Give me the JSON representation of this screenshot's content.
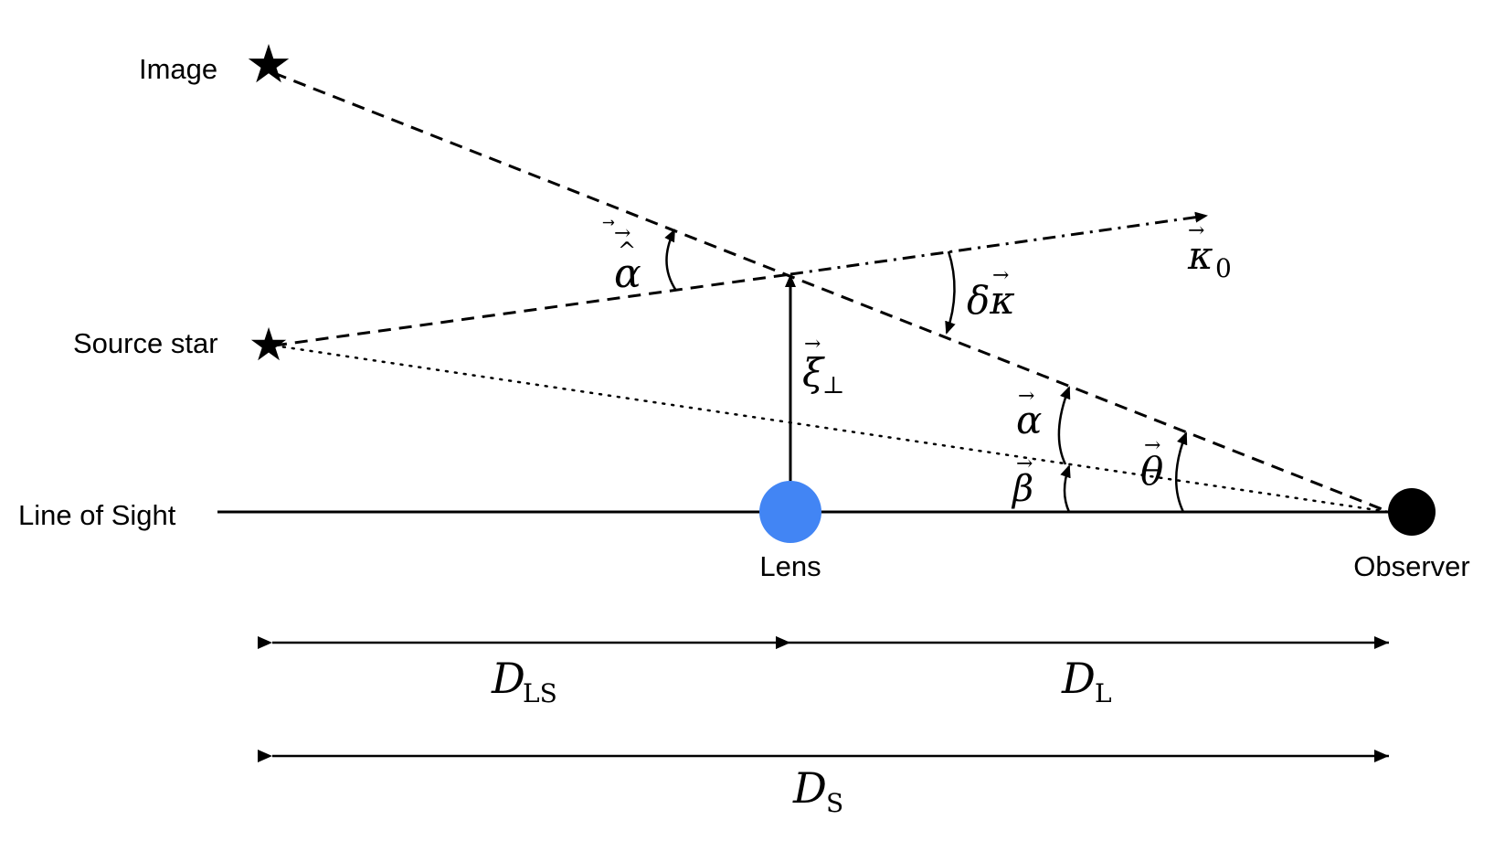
{
  "labels": {
    "image": "Image",
    "source_star": "Source star",
    "line_of_sight": "Line of Sight",
    "lens": "Lens",
    "observer": "Observer"
  },
  "symbols": {
    "alpha_hat": "α̂",
    "alpha": "α",
    "beta": "β",
    "theta": "θ",
    "xi": "ξ",
    "xi_sub": "⊥",
    "delta_kappa": "δκ",
    "kappa": "κ",
    "kappa_sub": "0",
    "vector_arrow": "⃗"
  },
  "distances": {
    "d_ls": {
      "main": "D",
      "sub": "LS"
    },
    "d_l": {
      "main": "D",
      "sub": "L"
    },
    "d_s": {
      "main": "D",
      "sub": "S"
    }
  },
  "colors": {
    "lens": "#4285f4",
    "observer": "#000000",
    "lines": "#000000"
  },
  "icons": {
    "image_marker": "star-icon",
    "source_marker": "star-icon"
  }
}
